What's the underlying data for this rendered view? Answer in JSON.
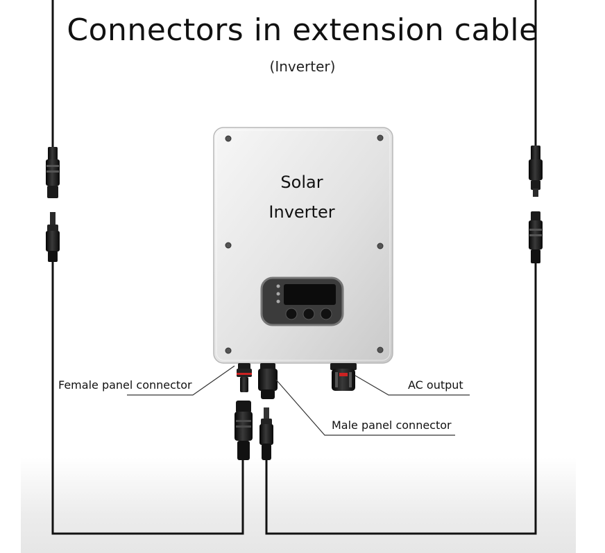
{
  "title": "Connectors in extension cable",
  "subtitle": "(Inverter)",
  "inverter": {
    "line1": "Solar",
    "line2": "Inverter"
  },
  "labels": {
    "female": "Female panel connector",
    "ac": "AC output",
    "male": "Male panel connector"
  },
  "colors": {
    "cable": "#111111",
    "housing": "#e3e3e3",
    "connector_accent": "#cc2222"
  }
}
